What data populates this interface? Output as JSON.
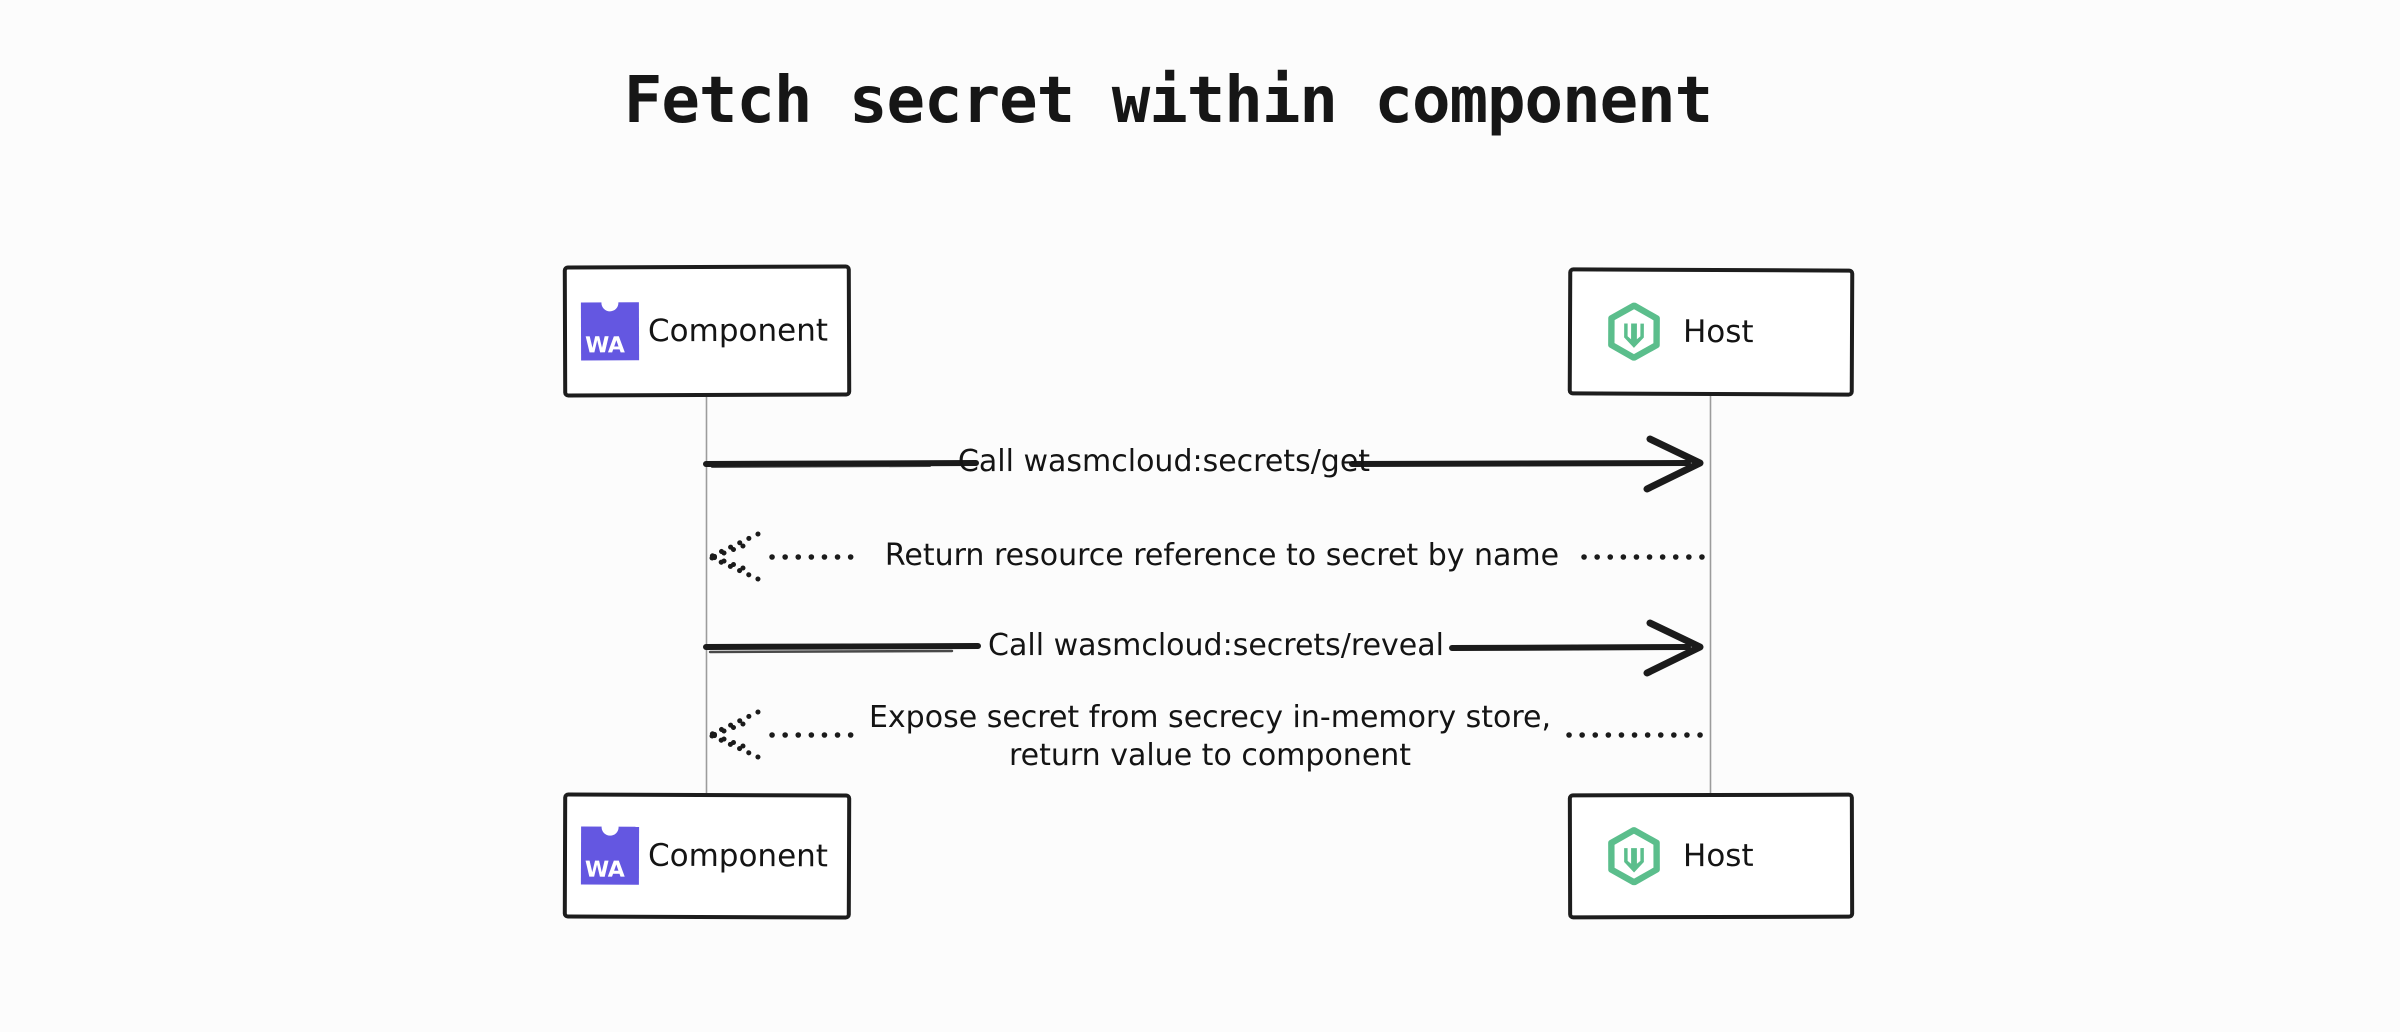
{
  "title": "Fetch secret within component",
  "colors": {
    "ink": "#1b1b1b",
    "background": "#fcfcfc",
    "lifeline_gray": "#9c9c9c",
    "webassembly_purple": "#6457e1",
    "wasmcloud_green": "#5bbe8c"
  },
  "actors": {
    "component": {
      "label": "Component",
      "icon": "webassembly-logo",
      "badge_text": "WA"
    },
    "host": {
      "label": "Host",
      "icon": "wasmcloud-logo"
    }
  },
  "messages": [
    {
      "from": "Component",
      "to": "Host",
      "line_style": "solid",
      "label": "Call wasmcloud:secrets/get"
    },
    {
      "from": "Host",
      "to": "Component",
      "line_style": "dotted",
      "label": "Return resource reference to secret by name"
    },
    {
      "from": "Component",
      "to": "Host",
      "line_style": "solid",
      "label": "Call wasmcloud:secrets/reveal"
    },
    {
      "from": "Host",
      "to": "Component",
      "line_style": "dotted",
      "label_line1": "Expose secret from secrecy in-memory store,",
      "label_line2": "return value to component"
    }
  ]
}
